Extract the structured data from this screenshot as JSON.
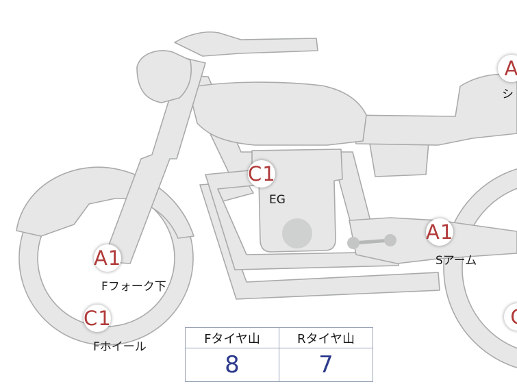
{
  "points": [
    {
      "id": "front-fork-lower",
      "grade": "A1",
      "label": "Fフォーク下"
    },
    {
      "id": "front-wheel",
      "grade": "C1",
      "label": "Fホイール"
    },
    {
      "id": "engine",
      "grade": "C1",
      "label": "EG"
    },
    {
      "id": "swing-arm",
      "grade": "A1",
      "label": "Sアーム"
    },
    {
      "id": "seat",
      "grade": "A",
      "label": "シ"
    },
    {
      "id": "rear-wheel",
      "grade": "C",
      "label": ""
    }
  ],
  "tire_table": {
    "headers": [
      "Fタイヤ山",
      "Rタイヤ山"
    ],
    "values": [
      "8",
      "7"
    ]
  },
  "colors": {
    "grade_text": "#b03a3a",
    "tread_value": "#2d3a8c",
    "bike_fill": "#e6e7e6",
    "bike_outline": "#a9abab"
  }
}
